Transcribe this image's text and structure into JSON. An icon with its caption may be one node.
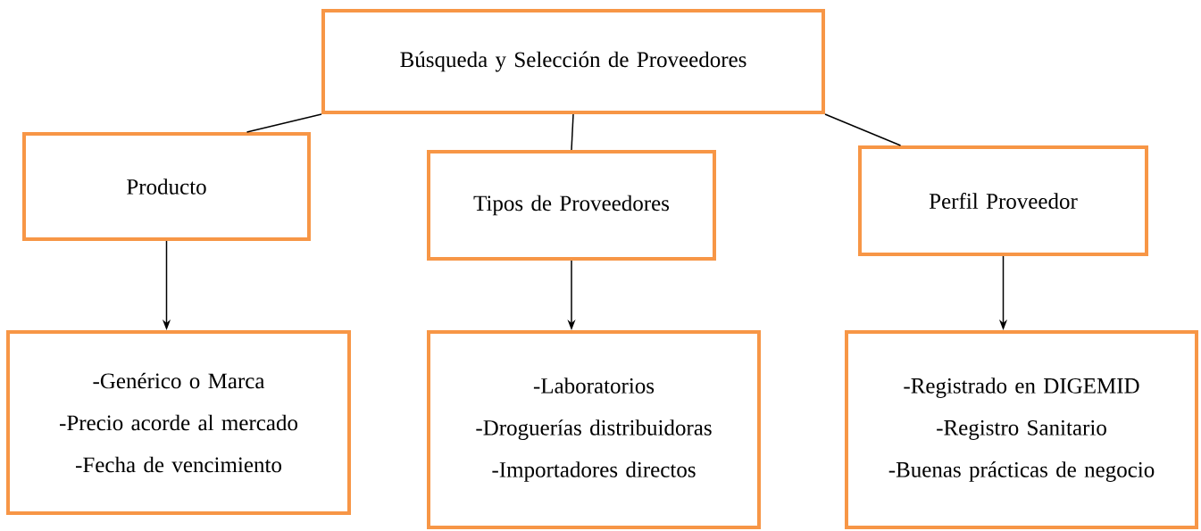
{
  "diagram": {
    "nodes": [
      {
        "text": [
          "Búsqueda y Selección de Proveedores"
        ]
      },
      {
        "text": [
          "Producto"
        ]
      },
      {
        "text": [
          "Tipos de Proveedores"
        ]
      },
      {
        "text": [
          "Perfil Proveedor"
        ]
      },
      {
        "text": [
          "-Genérico o Marca",
          "-Precio acorde al mercado",
          "-Fecha de vencimiento"
        ]
      },
      {
        "text": [
          "-Laboratorios",
          "-Droguerías distribuidoras",
          "-Importadores directos"
        ]
      },
      {
        "text": [
          "-Registrado en DIGEMID",
          "-Registro Sanitario",
          "-Buenas prácticas de negocio"
        ]
      }
    ],
    "edges": [
      {
        "from": 0,
        "to": 1,
        "arrow": "none"
      },
      {
        "from": 0,
        "to": 2,
        "arrow": "none"
      },
      {
        "from": 0,
        "to": 3,
        "arrow": "none"
      },
      {
        "from": 1,
        "to": 4,
        "arrow": "to"
      },
      {
        "from": 2,
        "to": 5,
        "arrow": "to"
      },
      {
        "from": 3,
        "to": 6,
        "arrow": "to"
      }
    ]
  }
}
